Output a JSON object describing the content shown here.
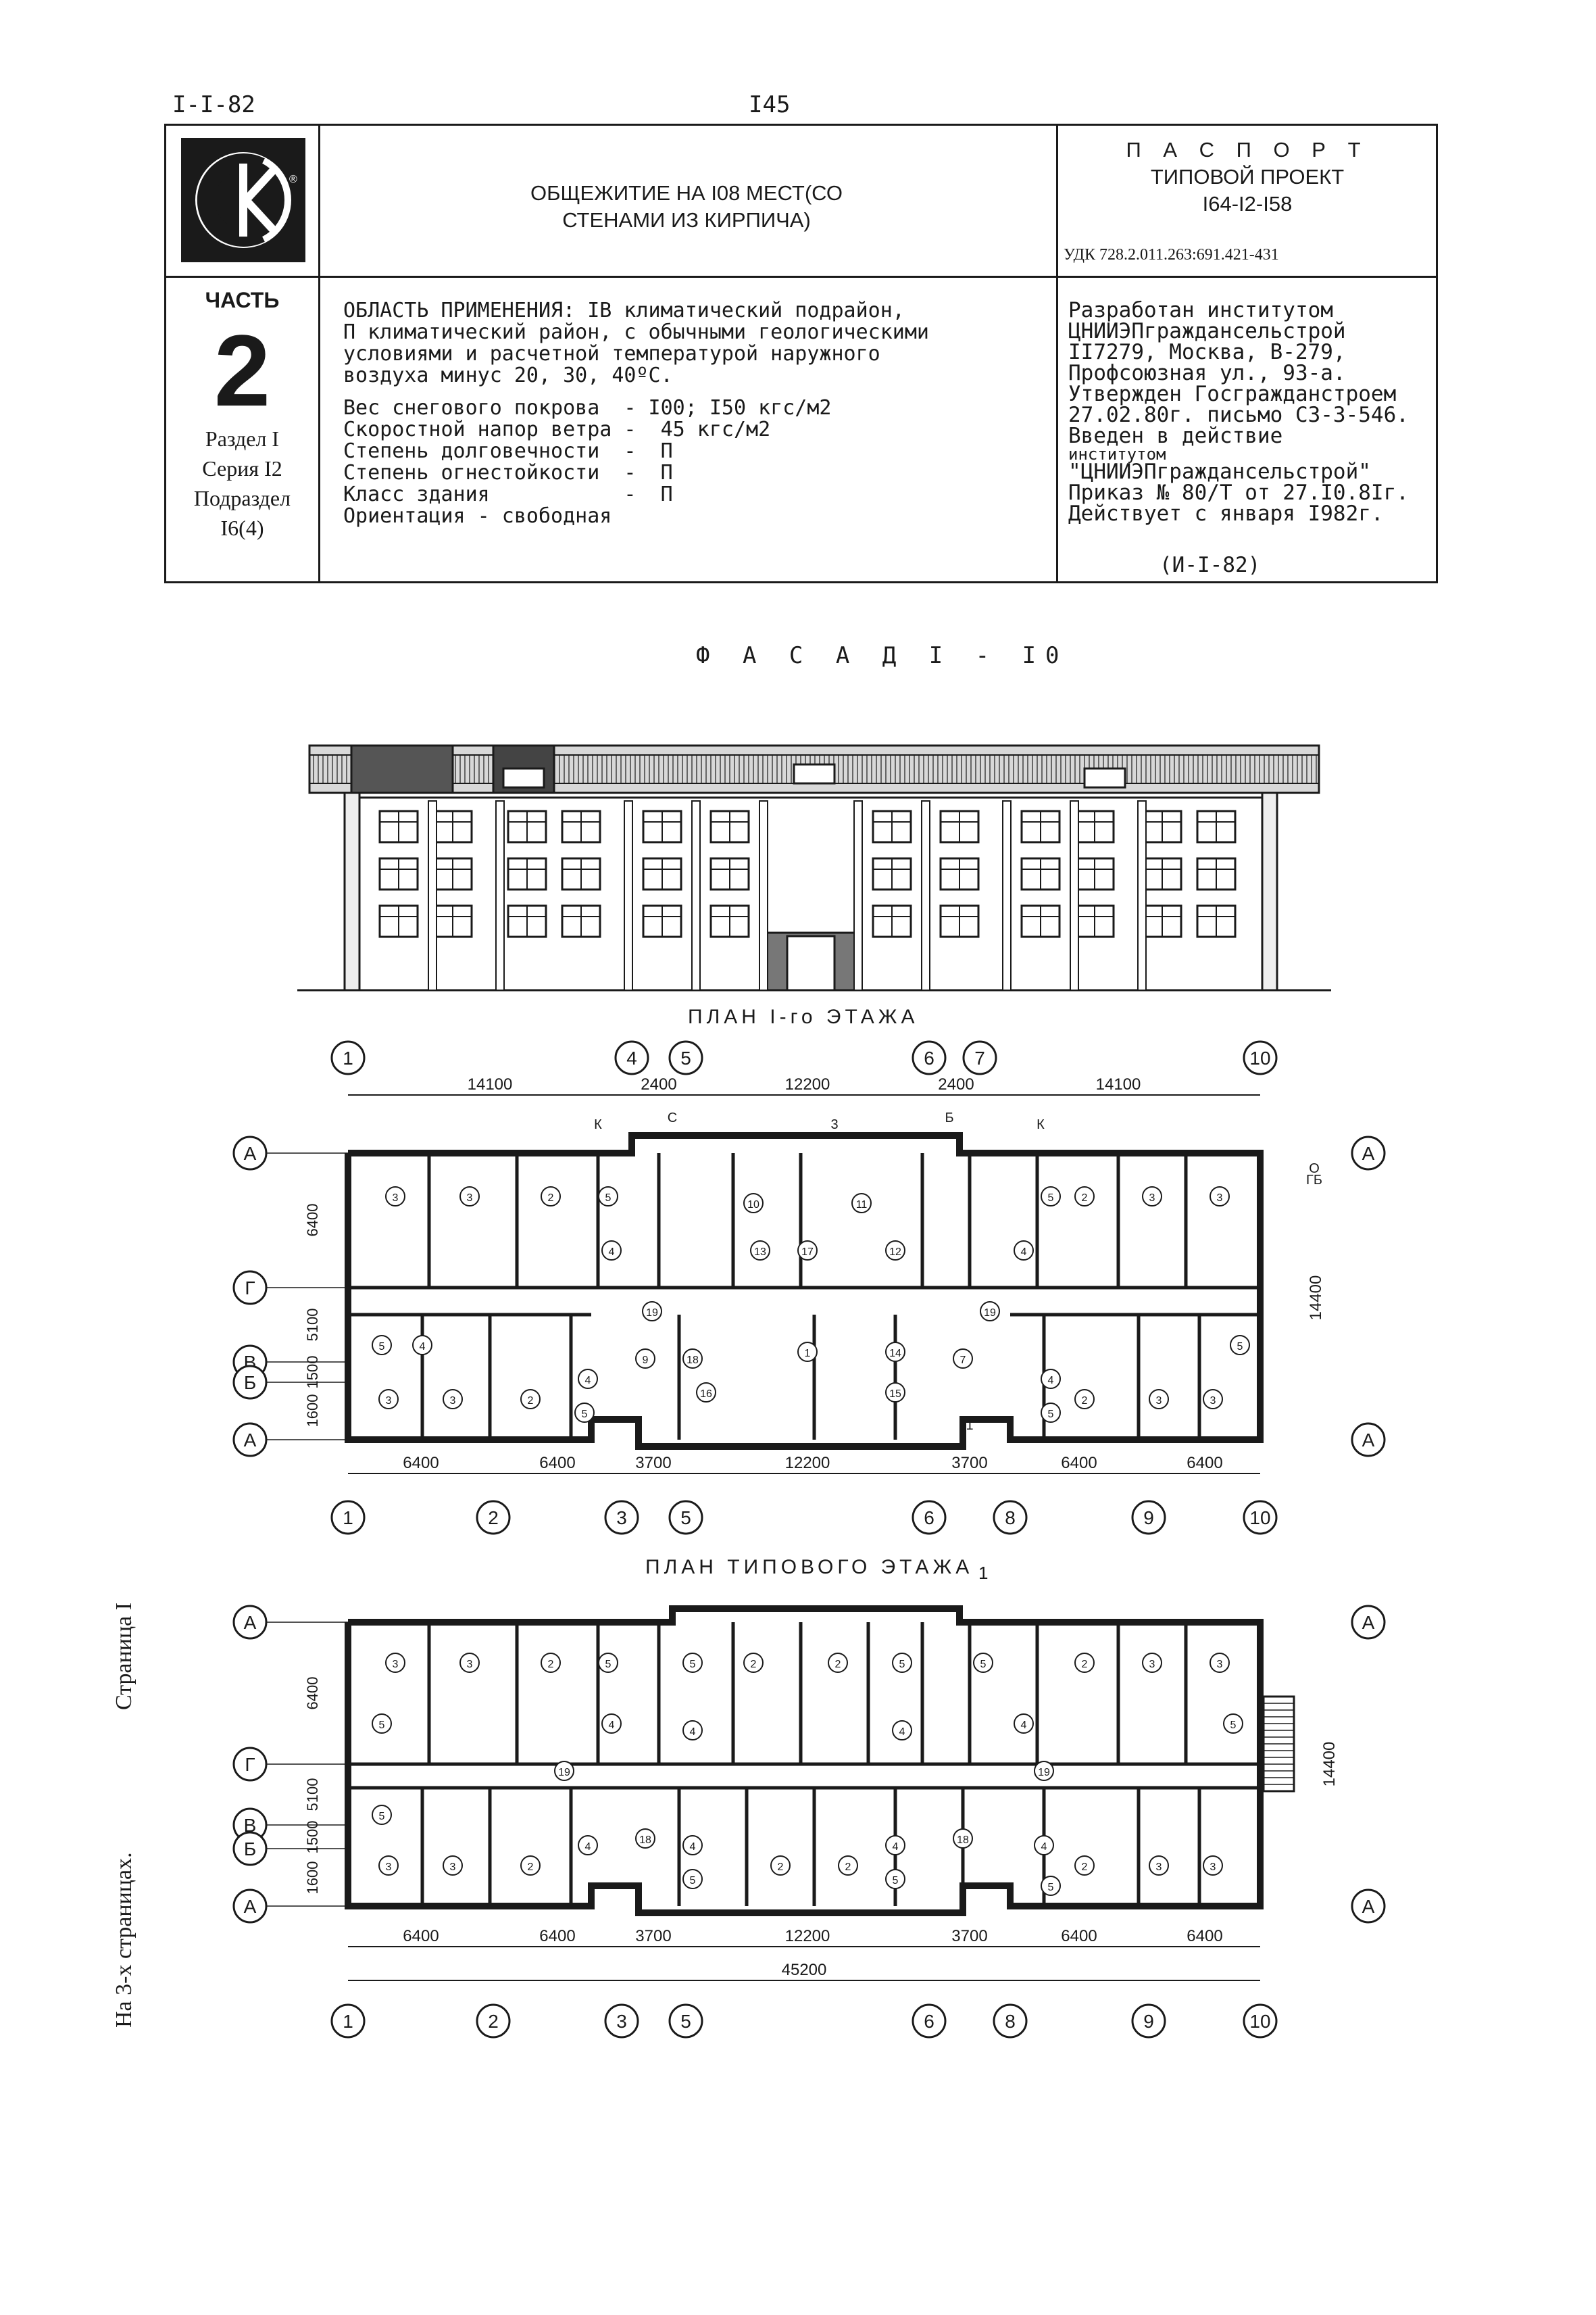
{
  "header": {
    "doc_code": "I-I-82",
    "page_number": "I45"
  },
  "title_block": {
    "logo_letters": "СК",
    "object_name": [
      "ОБЩЕЖИТИЕ НА I08 МЕСТ(СО",
      "СТЕНАМИ ИЗ КИРПИЧА)"
    ],
    "passport": [
      "П А С П О Р Т",
      "ТИПОВОЙ ПРОЕКТ",
      "I64-I2-I58"
    ],
    "udk": "УДК 728.2.011.263:691.421-431",
    "part_label": "ЧАСТЬ",
    "part_number": "2",
    "section": [
      "Раздел I",
      "Серия I2",
      "Подраздел",
      "I6(4)"
    ],
    "application": [
      "ОБЛАСТЬ ПРИМЕНЕНИЯ: IВ климатический подрайон,",
      "П климатический район, с обычными геологическими",
      "условиями и расчетной температурой наружного",
      "воздуха минус 20, 30, 40ºС."
    ],
    "parameters": [
      "Вес снегового покрова  - I00; I50 кгс/м2",
      "Скоростной напор ветра -  45 кгс/м2",
      "Степень долговечности  -  П",
      "Степень огнестойкости  -  П",
      "Класс здания           -  П",
      "Ориентация - свободная"
    ],
    "developer": [
      "Разработан институтом",
      "ЦНИИЭПграждансельстрой",
      "II7279, Москва, В-279,",
      "Профсоюзная ул., 93-а.",
      "Утвержден Госгражданстроем",
      "27.02.80г. письмо СЗ-3-546.",
      "Введен в действие",
      "институтом",
      "\"ЦНИИЭПграждансельстрой\"",
      "Приказ № 80/Т от 27.I0.8Iг.",
      "Действует с января I982г."
    ],
    "developer_footer": "(И-I-82)"
  },
  "facade_title": "Ф А С А Д  I - I0",
  "plan1": {
    "title": "ПЛАН  I-го  ЭТАЖА",
    "top_axes": [
      "1",
      "4",
      "5",
      "6",
      "7",
      "10"
    ],
    "top_dims": [
      "14100",
      "2400",
      "12200",
      "2400",
      "14100"
    ],
    "bottom_axes": [
      "1",
      "2",
      "3",
      "5",
      "6",
      "8",
      "9",
      "10"
    ],
    "bottom_dims": [
      "6400",
      "6400",
      "3700",
      "12200",
      "3700",
      "6400",
      "6400"
    ],
    "row_axes": [
      "А",
      "Г",
      "В",
      "Б",
      "А"
    ],
    "row_dims": [
      "6400",
      "5100",
      "1500",
      "1600"
    ],
    "overall_depth": "14400",
    "mark_letters": [
      "К",
      "К",
      "3",
      "С",
      "Б",
      "О",
      "ГБ",
      "1"
    ]
  },
  "plan2": {
    "title": "ПЛАН  ТИПОВОГО  ЭТАЖА",
    "section_mark": "1",
    "bottom_axes": [
      "1",
      "2",
      "3",
      "5",
      "6",
      "8",
      "9",
      "10"
    ],
    "bottom_dims": [
      "6400",
      "6400",
      "3700",
      "12200",
      "3700",
      "6400",
      "6400"
    ],
    "overall_length": "45200",
    "row_axes": [
      "А",
      "Г",
      "В",
      "Б",
      "А"
    ],
    "row_dims": [
      "6400",
      "5100",
      "1500",
      "1600"
    ],
    "overall_depth": "14400"
  },
  "margin_notes": {
    "page_label": "Страница I",
    "pages_total": "На 3-х страницах."
  }
}
